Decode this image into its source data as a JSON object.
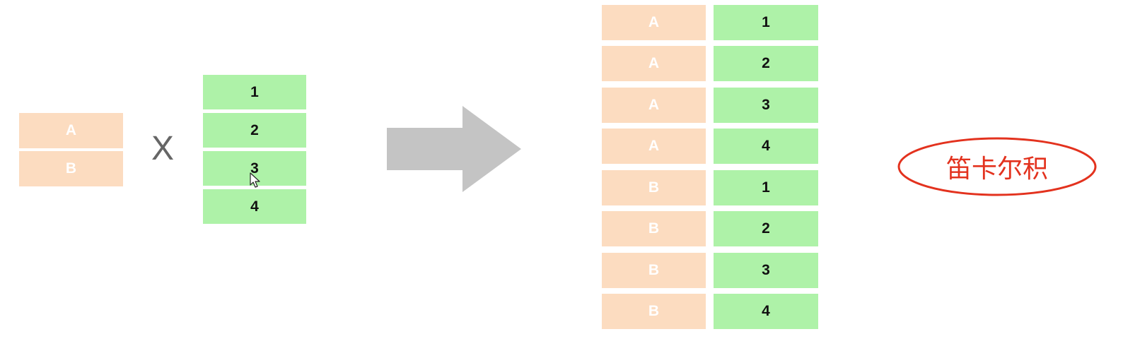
{
  "set_left": {
    "items": [
      "A",
      "B"
    ]
  },
  "operator": {
    "symbol": "X"
  },
  "set_right": {
    "items": [
      "1",
      "2",
      "3",
      "4"
    ]
  },
  "result": {
    "pairs": [
      {
        "left": "A",
        "right": "1"
      },
      {
        "left": "A",
        "right": "2"
      },
      {
        "left": "A",
        "right": "3"
      },
      {
        "left": "A",
        "right": "4"
      },
      {
        "left": "B",
        "right": "1"
      },
      {
        "left": "B",
        "right": "2"
      },
      {
        "left": "B",
        "right": "3"
      },
      {
        "left": "B",
        "right": "4"
      }
    ]
  },
  "label": {
    "text": "笛卡尔积"
  },
  "colors": {
    "peach": "#fcdcc0",
    "green": "#aef2a8",
    "arrow": "#c4c4c4",
    "label_red": "#e3321e"
  },
  "icons": {
    "arrow": "right-arrow-icon",
    "cursor": "mouse-cursor-icon"
  }
}
